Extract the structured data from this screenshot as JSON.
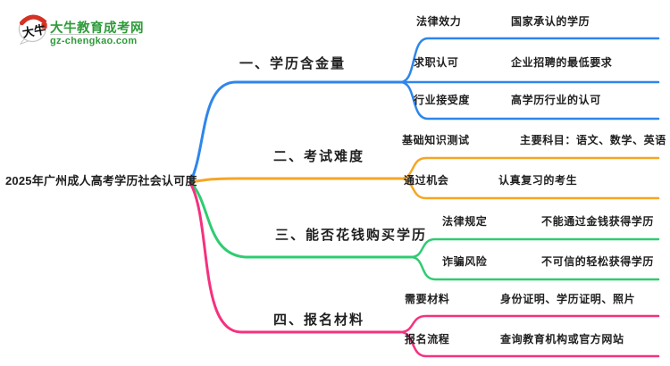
{
  "site": {
    "logo_text": "大牛",
    "title": "大牛教育成考网",
    "domain": "gz-chengkao.com",
    "brand_color": "#2e9b3a",
    "logo_accent_color": "#d43224"
  },
  "mindmap": {
    "central_topic": "2025年广州成人高考学历社会认可度",
    "branches": [
      {
        "label": "一、学历含金量",
        "color": "#2e86ec",
        "children": [
          {
            "label": "法律效力",
            "value": "国家承认的学历"
          },
          {
            "label": "求职认可",
            "value": "企业招聘的最低要求"
          },
          {
            "label": "行业接受度",
            "value": "高学历行业的认可"
          }
        ]
      },
      {
        "label": "二、考试难度",
        "color": "#f5a623",
        "children": [
          {
            "label": "基础知识测试",
            "value": "主要科目：语文、数学、英语"
          },
          {
            "label": "通过机会",
            "value": "认真复习的考生"
          }
        ]
      },
      {
        "label": "三、能否花钱购买学历",
        "color": "#2ecc71",
        "children": [
          {
            "label": "法律规定",
            "value": "不能通过金钱获得学历"
          },
          {
            "label": "诈骗风险",
            "value": "不可信的轻松获得学历"
          }
        ]
      },
      {
        "label": "四、报名材料",
        "color": "#f5317f",
        "children": [
          {
            "label": "需要材料",
            "value": "身份证明、学历证明、照片"
          },
          {
            "label": "报名流程",
            "value": "查询教育机构或官方网站"
          }
        ]
      }
    ]
  }
}
